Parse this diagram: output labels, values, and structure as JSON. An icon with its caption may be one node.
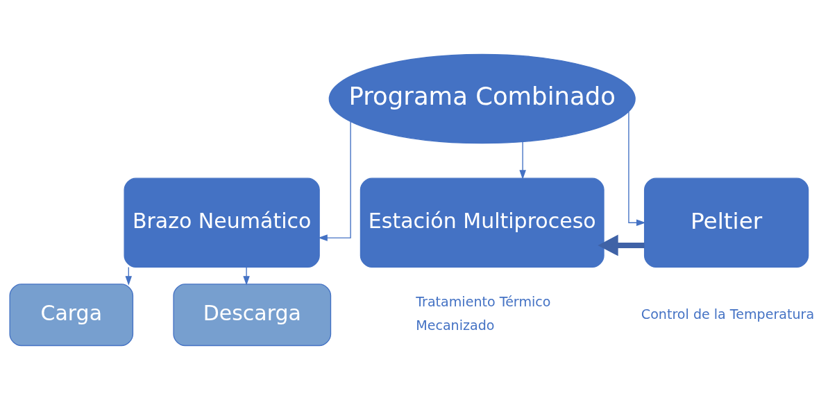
{
  "diagram": {
    "nodes": [
      {
        "text": [
          "Programa Combinado"
        ]
      },
      {
        "text": [
          "Brazo Neumático"
        ]
      },
      {
        "text": [
          "Estación Multiproceso"
        ],
        "beside": [
          "Tratamiento Térmico",
          "Mecanizado"
        ]
      },
      {
        "text": [
          "Peltier"
        ],
        "beside": [
          "Control de la Temperatura"
        ]
      },
      {
        "text": [
          "Carga"
        ]
      },
      {
        "text": [
          "Descarga"
        ]
      }
    ],
    "edges": [
      {
        "from": 0,
        "to": 1,
        "arrow": "to"
      },
      {
        "from": 0,
        "to": 2,
        "arrow": "to"
      },
      {
        "from": 0,
        "to": 3,
        "arrow": "to"
      },
      {
        "from": 1,
        "to": 4,
        "arrow": "to"
      },
      {
        "from": 1,
        "to": 5,
        "arrow": "to"
      },
      {
        "from": 3,
        "to": 2,
        "arrow": "to",
        "style": "thick",
        "color": "#3f62a6"
      }
    ]
  }
}
